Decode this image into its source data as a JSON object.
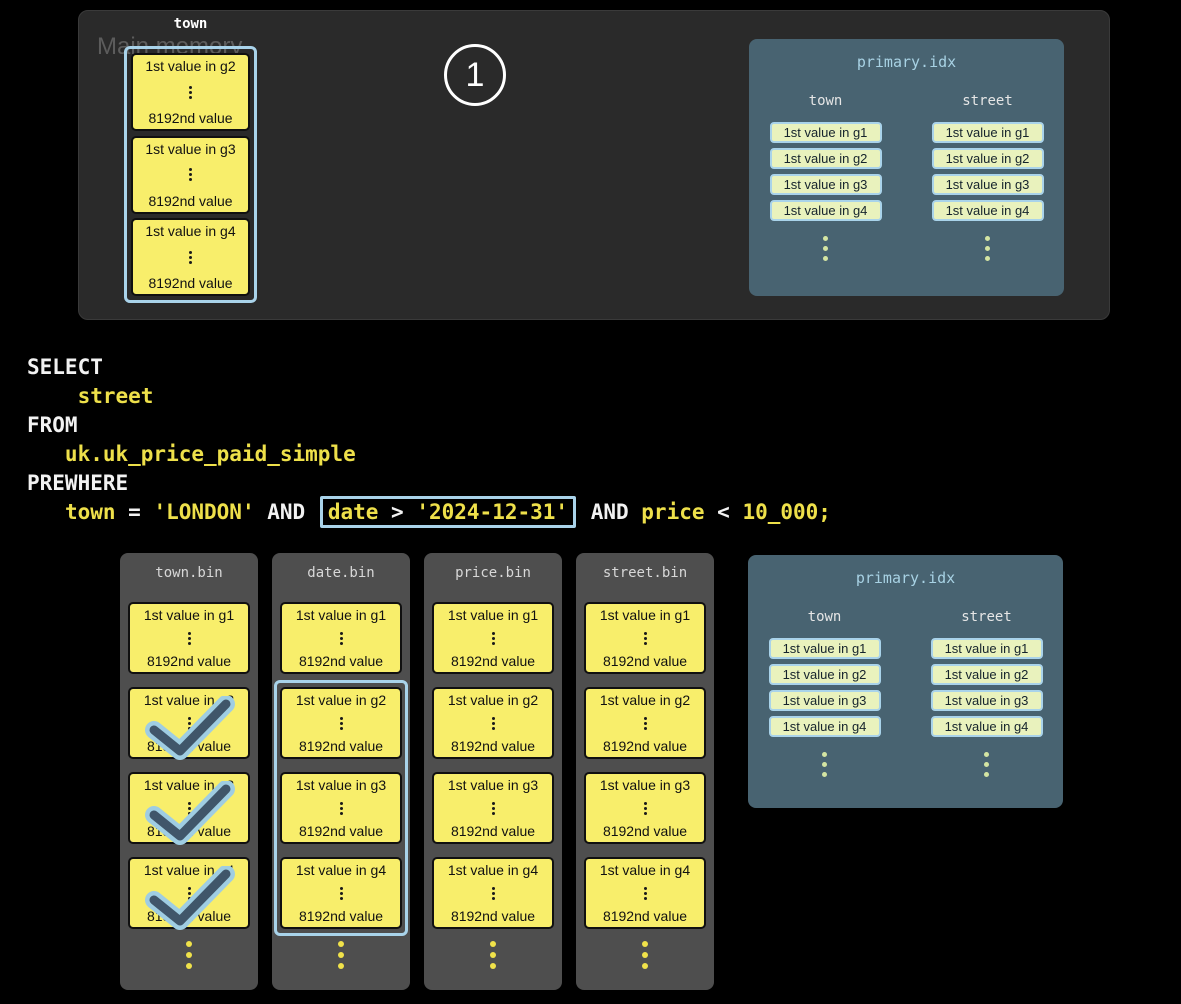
{
  "main_memory": {
    "label": "Main memory",
    "step": "1",
    "column_header": "town",
    "granules": [
      {
        "first": "1st value in g2",
        "last": "8192nd value"
      },
      {
        "first": "1st value in g3",
        "last": "8192nd value"
      },
      {
        "first": "1st value in g4",
        "last": "8192nd value"
      }
    ]
  },
  "primary_index": {
    "title": "primary.idx",
    "columns": [
      {
        "header": "town",
        "entries": [
          "1st value in g1",
          "1st value in g2",
          "1st value in g3",
          "1st value in g4"
        ]
      },
      {
        "header": "street",
        "entries": [
          "1st value in g1",
          "1st value in g2",
          "1st value in g3",
          "1st value in g4"
        ]
      }
    ]
  },
  "sql": {
    "lines": [
      [
        {
          "t": "SELECT",
          "c": "kw"
        }
      ],
      [
        {
          "t": "    street",
          "c": "val"
        }
      ],
      [
        {
          "t": "FROM",
          "c": "kw"
        }
      ],
      [
        {
          "t": "   uk.uk_price_paid_simple",
          "c": "val"
        }
      ],
      [
        {
          "t": "PREWHERE",
          "c": "kw"
        }
      ],
      [
        {
          "t": "   ",
          "c": "kw"
        },
        {
          "t": "town",
          "c": "val"
        },
        {
          "t": " = ",
          "c": "kw"
        },
        {
          "t": "'LONDON'",
          "c": "val"
        },
        {
          "t": " AND ",
          "c": "kw"
        },
        {
          "box": [
            {
              "t": "date",
              "c": "val"
            },
            {
              "t": " > ",
              "c": "kw"
            },
            {
              "t": "'2024-12-31'",
              "c": "val"
            }
          ]
        },
        {
          "t": " AND ",
          "c": "kw"
        },
        {
          "t": "price",
          "c": "val"
        },
        {
          "t": " < ",
          "c": "kw"
        },
        {
          "t": "10_000;",
          "c": "val"
        }
      ]
    ]
  },
  "bins": [
    {
      "title": "town.bin",
      "granules": [
        {
          "first": "1st value in g1",
          "last": "8192nd value"
        },
        {
          "first": "1st value in g2",
          "last": "8192nd value"
        },
        {
          "first": "1st value in g3",
          "last": "8192nd value"
        },
        {
          "first": "1st value in g4",
          "last": "8192nd value"
        }
      ],
      "checked": [
        1,
        2,
        3
      ],
      "highlight": false
    },
    {
      "title": "date.bin",
      "granules": [
        {
          "first": "1st value in g1",
          "last": "8192nd value"
        },
        {
          "first": "1st value in g2",
          "last": "8192nd value"
        },
        {
          "first": "1st value in g3",
          "last": "8192nd value"
        },
        {
          "first": "1st value in g4",
          "last": "8192nd value"
        }
      ],
      "checked": [],
      "highlight": true
    },
    {
      "title": "price.bin",
      "granules": [
        {
          "first": "1st value in g1",
          "last": "8192nd value"
        },
        {
          "first": "1st value in g2",
          "last": "8192nd value"
        },
        {
          "first": "1st value in g3",
          "last": "8192nd value"
        },
        {
          "first": "1st value in g4",
          "last": "8192nd value"
        }
      ],
      "checked": [],
      "highlight": false
    },
    {
      "title": "street.bin",
      "granules": [
        {
          "first": "1st value in g1",
          "last": "8192nd value"
        },
        {
          "first": "1st value in g2",
          "last": "8192nd value"
        },
        {
          "first": "1st value in g3",
          "last": "8192nd value"
        },
        {
          "first": "1st value in g4",
          "last": "8192nd value"
        }
      ],
      "checked": [],
      "highlight": false
    }
  ],
  "colors": {
    "highlight_blue": "#a9d3ea",
    "granule_yellow": "#f8ee6b",
    "index_entry_green": "#e9f2bd",
    "check_dark": "#40566a",
    "sql_keyword": "#f2f2f2",
    "sql_value": "#eee04a"
  }
}
